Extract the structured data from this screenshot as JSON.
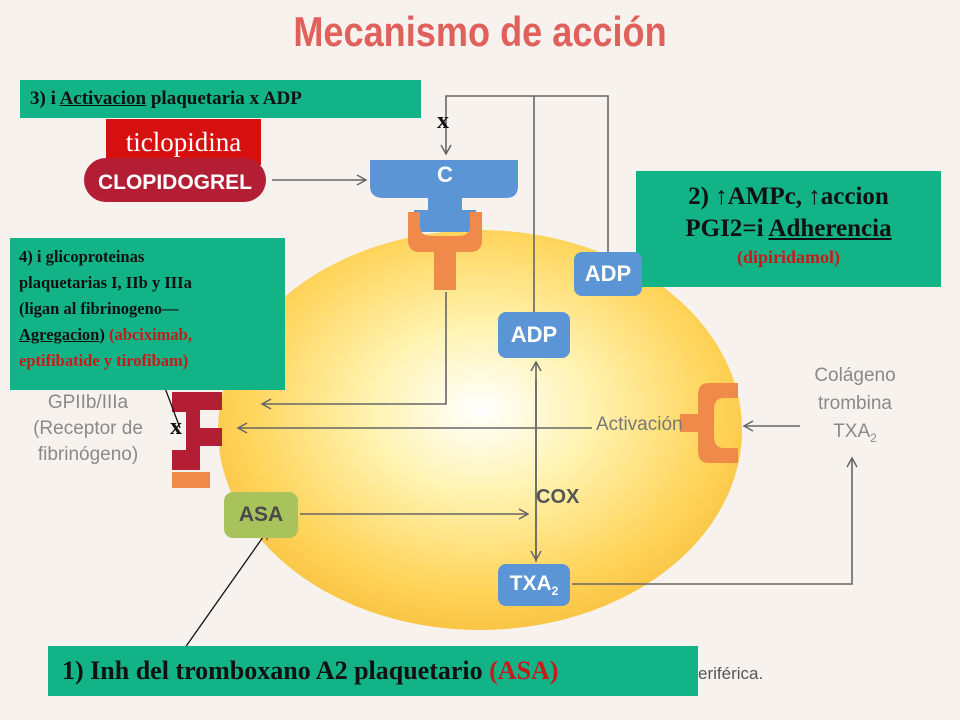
{
  "title": "Mecanismo de acción",
  "box1": {
    "prefix": "1) Inh del tromboxano A2 plaquetario ",
    "drug": "(ASA)"
  },
  "box2": {
    "line1": "2) ↑AMPc, ↑accion",
    "line2_prefix": "PGI2=i ",
    "line2_u": "Adherencia",
    "drug": "(dipiridamol)"
  },
  "box3": {
    "prefix": "3) i ",
    "u": "Activacion",
    "suffix": " plaquetaria x ADP"
  },
  "box4": {
    "l1": "4) i glicoproteinas",
    "l2": "plaquetarias I, IIb y IIIa",
    "l3": "(ligan al fibrinogeno—",
    "l4_u": "Agregacion",
    "l4_rest": ") ",
    "l4_drug": "(abciximab,",
    "l5_drug": "eptifibatide y tirofibam)"
  },
  "ticlopidina": "ticlopidina",
  "clopidogrel": "CLOPIDOGREL",
  "receptor_c": "C",
  "adp_outer": "ADP",
  "adp_inner": "ADP",
  "asa": "ASA",
  "cox": "COX",
  "txa2": {
    "main": "TXA",
    "sub": "2"
  },
  "activacion": "Activación",
  "agonists": {
    "l1": "Colágeno",
    "l2": "trombina",
    "l3_main": "TXA",
    "l3_sub": "2"
  },
  "gp": {
    "l1": "GPIIb/IIIa",
    "l2": "(Receptor de",
    "l3": "fibrinógeno)"
  },
  "marks": {
    "x1": "x",
    "x2": "x"
  },
  "caption_fragment": "eriférica.",
  "colors": {
    "title": "#e0615c",
    "green_box": "#12b386",
    "pill_blue": "#5b95d6",
    "orange": "#f08a4b",
    "dark_red": "#b31e35",
    "ticlo_red": "#d60f0f",
    "drug_red": "#c71a1a"
  }
}
